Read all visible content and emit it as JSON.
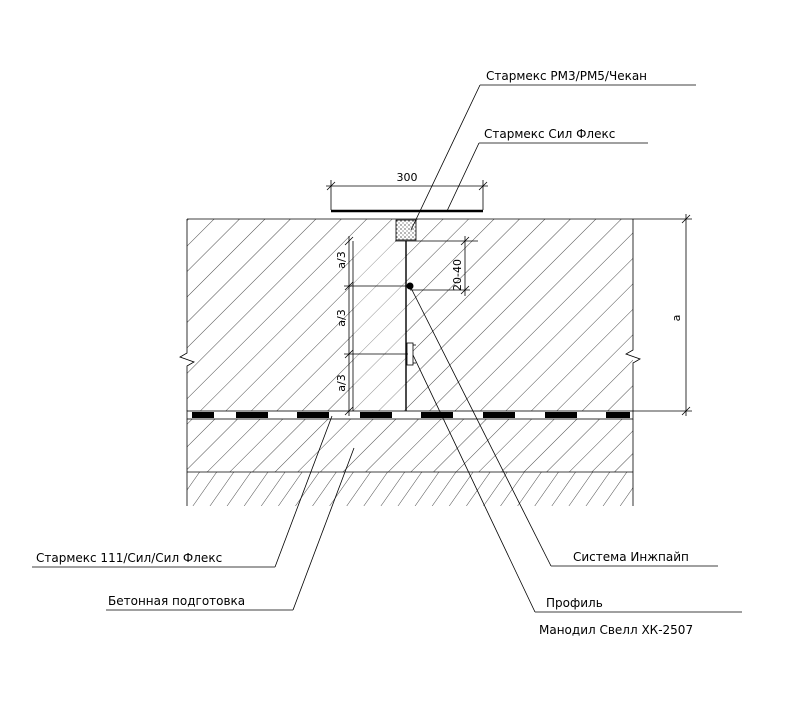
{
  "labels": {
    "sealant_top": "Стармекс РМ3/РМ5/Чекан",
    "sealant_flex": "Стармекс Сил Флекс",
    "membrane": "Стармекс 111/Сил/Сил Флекс",
    "concrete_base": "Бетонная подготовка",
    "inject_system": "Система Инжпайп",
    "profile_line1": "Профиль",
    "profile_line2": "Манодил Свелл ХК-2507"
  },
  "dimensions": {
    "width_300": "300",
    "depth_20_40": "20-40",
    "thickness_a": "а",
    "third_1": "а/3",
    "third_2": "а/3",
    "third_3": "а/3"
  }
}
